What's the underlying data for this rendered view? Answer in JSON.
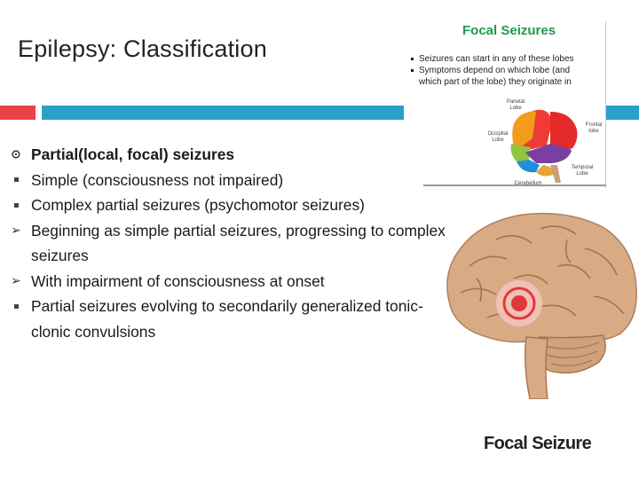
{
  "slide": {
    "title": "Epilepsy: Classification"
  },
  "bullets": [
    {
      "marker": "circled",
      "text": "Partial(local, focal) seizures",
      "bold": true
    },
    {
      "marker": "square",
      "text": "Simple (consciousness not impaired)",
      "bold": false
    },
    {
      "marker": "square",
      "text": "Complex partial seizures (psychomotor seizures)",
      "bold": false
    },
    {
      "marker": "arrow",
      "text": "Beginning as simple partial seizures, progressing to complex seizures",
      "bold": false
    },
    {
      "marker": "arrow",
      "text": "With impairment of consciousness at onset",
      "bold": false
    },
    {
      "marker": "square",
      "text": "Partial seizures evolving to secondarily generalized tonic- clonic convulsions",
      "bold": false
    }
  ],
  "focal_panel": {
    "title": "Focal Seizures",
    "items": [
      "Seizures can start in any of these lobes",
      "Symptoms depend on which lobe (and which part of the lobe) they originate in"
    ],
    "lobe_labels": {
      "parietal": "Parietal Lobe",
      "occipital": "Occipital Lobe",
      "frontal": "Frontal lobe",
      "temporal": "Temporal Lobe",
      "cerebellum": "Cerebellum"
    }
  },
  "figure": {
    "caption": "Focal Seizure"
  },
  "colors": {
    "title_green": "#1f9a4e",
    "bar_red": "#e8414a",
    "bar_blue": "#2aa0c9",
    "brain_tan": "#d7a982",
    "focus_red": "#e2373c"
  }
}
